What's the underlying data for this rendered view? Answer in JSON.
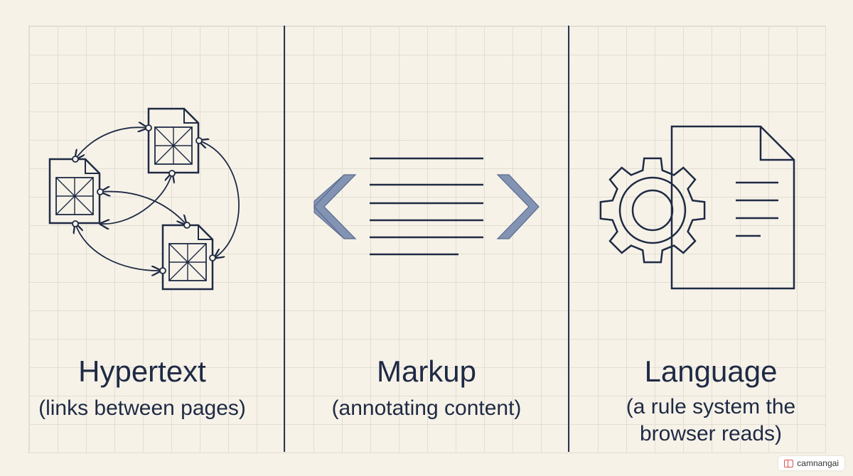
{
  "panels": [
    {
      "title": "Hypertext",
      "subtitle": "(links between pages)",
      "icon": "linked-pages-icon"
    },
    {
      "title": "Markup",
      "subtitle": "(annotating content)",
      "icon": "angle-brackets-icon"
    },
    {
      "title": "Language",
      "subtitle_lines": [
        "(a rule system the",
        "browser reads)"
      ],
      "icon": "gear-document-icon"
    }
  ],
  "watermark": {
    "text": "camnangai"
  },
  "colors": {
    "background": "#f6f2e8",
    "ink": "#1f2a44",
    "bracket_fill": "#8293b3"
  }
}
